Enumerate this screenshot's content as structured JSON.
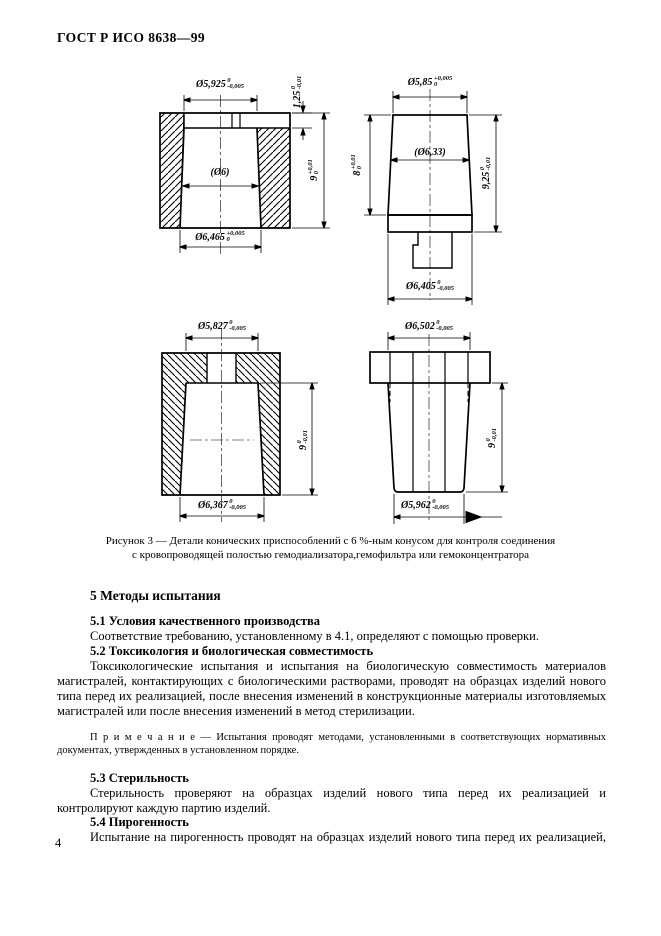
{
  "page": {
    "header": "ГОСТ Р ИСО 8638—99",
    "page_number": "4"
  },
  "figure": {
    "caption_line1": "Рисунок 3 — Детали конических приспособлений с 6 %-ным конусом для контроля соединения",
    "caption_line2": "с кровопроводящей полостью гемодиализатора,гемофильтра или гемоконцентратора",
    "drawings": [
      {
        "id": "female-cone-socket-upper",
        "dims": {
          "top": {
            "value": "Ø5,925",
            "tol_top": "0",
            "tol_bottom": "-0,005"
          },
          "depth": {
            "value": "1,25",
            "tol_top": "0",
            "tol_bottom": "-0,01"
          },
          "mid": "(Ø6)",
          "height": {
            "value": "9",
            "tol_top": "+0,01",
            "tol_bottom": "0"
          },
          "bottom": {
            "value": "Ø6,465",
            "tol_top": "+0,005",
            "tol_bottom": "0"
          }
        }
      },
      {
        "id": "male-cone-plug-upper",
        "dims": {
          "top": {
            "value": "Ø5,85",
            "tol_top": "+0,005",
            "tol_bottom": "0"
          },
          "left": {
            "value": "8",
            "tol_top": "+0,01",
            "tol_bottom": "0"
          },
          "mid": "(Ø6,33)",
          "right": {
            "value": "9,25",
            "tol_top": "0",
            "tol_bottom": "-0,01"
          },
          "bottom": {
            "value": "Ø6,405",
            "tol_top": "0",
            "tol_bottom": "-0,005"
          }
        }
      },
      {
        "id": "female-cone-socket-lower",
        "dims": {
          "top": {
            "value": "Ø5,827",
            "tol_top": "0",
            "tol_bottom": "-0,005"
          },
          "right": {
            "value": "9",
            "tol_top": "0",
            "tol_bottom": "-0,01"
          },
          "bottom": {
            "value": "Ø6,367",
            "tol_top": "0",
            "tol_bottom": "-0,005"
          }
        }
      },
      {
        "id": "male-cone-plug-lower",
        "dims": {
          "top": {
            "value": "Ø6,502",
            "tol_top": "0",
            "tol_bottom": "-0,005"
          },
          "right": {
            "value": "9",
            "tol_top": "0",
            "tol_bottom": "-0,01"
          },
          "bottom": {
            "value": "Ø5,962",
            "tol_top": "0",
            "tol_bottom": "-0,005"
          }
        }
      }
    ]
  },
  "section": {
    "title": "5 Методы испытания",
    "h51": "5.1 Условия качественного производства",
    "b51": "Соответствие требованию, установленному в 4.1, определяют с помощью проверки.",
    "h52": "5.2 Токсикология и биологическая совместимость",
    "b52": "Токсикологические испытания и испытания на биологическую совместимость материалов магистралей, контактирующих с биологическими растворами, проводят на образцах изделий нового типа перед их реализацией, после внесения изменений в конструкционные материалы изготовляемых магистралей или после внесения изменений в метод стерилизации.",
    "note_label": "П р и м е ч а н и е",
    "note_body": "— Испытания проводят методами, установленными в соответствующих нормативных документах, утвержденных в установленном порядке.",
    "h53": "5.3 Стерильность",
    "b53": "Стерильность проверяют на образцах изделий нового типа перед их реализацией и контролируют каждую партию изделий.",
    "h54": "5.4 Пирогенность",
    "b54": "Испытание на пирогенность проводят на образцах изделий нового типа перед их реализацией,"
  }
}
